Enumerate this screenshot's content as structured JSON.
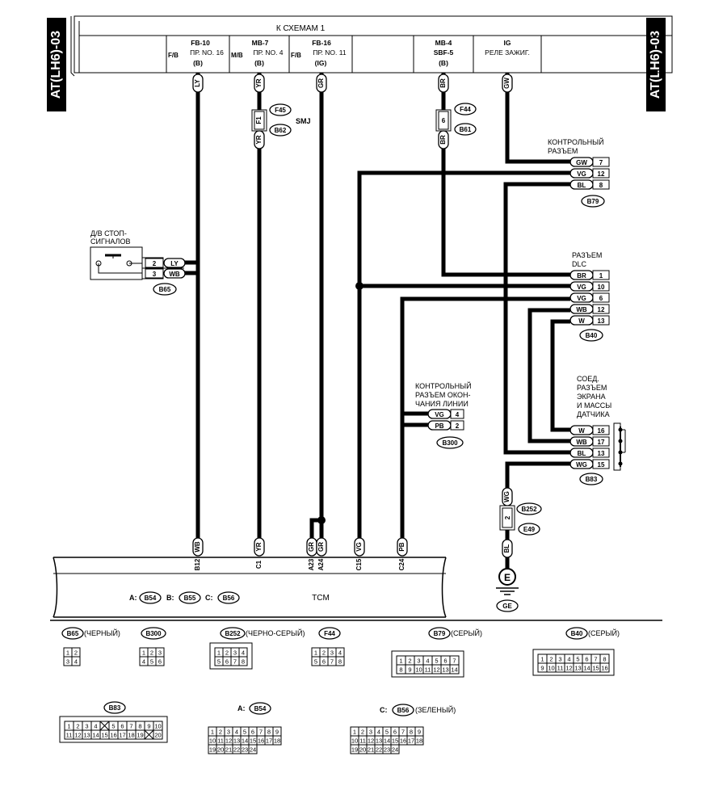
{
  "page": {
    "side_tab_label": "AT(LH6)-03"
  },
  "fuse_box": {
    "title": "К СХЕМАМ 1",
    "cells": [
      {
        "col1": "FB-10",
        "col2": "ПР.  NO. 16",
        "col3": "(B)",
        "prefix": "F/B"
      },
      {
        "col1": "MB-7",
        "col2": "ПР.  NO. 4",
        "col3": "(B)",
        "prefix": "M/B"
      },
      {
        "col1": "FB-16",
        "col2": "ПР.  NO. 11",
        "col3": "(IG)",
        "prefix": "F/B"
      },
      {
        "col1": "",
        "col2": "",
        "col3": "",
        "prefix": ""
      },
      {
        "col1": "MB-4",
        "col2": "SBF-5",
        "col3": "(B)",
        "prefix": ""
      },
      {
        "col1": "IG",
        "col2": "РЕЛЕ ЗАЖИГ.",
        "col3": "",
        "prefix": ""
      }
    ]
  },
  "wire_colors": {
    "ly": "LY",
    "yr": "YR",
    "gr": "GR",
    "br": "BR",
    "gw": "GW",
    "wb": "WB",
    "vg": "VG",
    "pb": "PB",
    "wg": "WG",
    "bl": "BL"
  },
  "smj": {
    "label": "SMJ",
    "f45": "F45",
    "b62": "B62",
    "f1": "F1",
    "f44": "F44",
    "b61": "B61",
    "pin6": "6"
  },
  "stop_switch": {
    "title_line1": "Д/В СТОП-",
    "title_line2": "СИГНАЛОВ",
    "connector": "B65",
    "pins": [
      {
        "pin": "2",
        "color": "LY"
      },
      {
        "pin": "3",
        "color": "WB"
      }
    ]
  },
  "check_connector_b79": {
    "title_line1": "КОНТРОЛЬНЫЙ",
    "title_line2": "РАЗЪЕМ",
    "connector": "B79",
    "pins": [
      {
        "color": "GW",
        "pin": "7"
      },
      {
        "color": "VG",
        "pin": "12"
      },
      {
        "color": "BL",
        "pin": "8"
      }
    ]
  },
  "dlc_b40": {
    "title_line1": "РАЗЪЕМ",
    "title_line2": "DLC",
    "connector": "B40",
    "pins": [
      {
        "color": "BR",
        "pin": "1"
      },
      {
        "color": "VG",
        "pin": "10"
      },
      {
        "color": "VG",
        "pin": "6"
      },
      {
        "color": "WB",
        "pin": "12"
      },
      {
        "color": "W",
        "pin": "13"
      }
    ]
  },
  "shield_b83": {
    "title_lines": [
      "СОЕД.",
      "РАЗЪЕМ",
      "ЭКРАНА",
      "И  МАССЫ",
      "ДАТЧИКА"
    ],
    "connector": "B83",
    "pins": [
      {
        "color": "W",
        "pin": "16"
      },
      {
        "color": "WB",
        "pin": "17"
      },
      {
        "color": "BL",
        "pin": "13"
      },
      {
        "color": "WG",
        "pin": "15"
      }
    ]
  },
  "terminator_b300": {
    "title_lines": [
      "КОНТРОЛЬНЫЙ",
      "РАЗЪЕМ ОКОН-",
      "ЧАНИЯ ЛИНИИ"
    ],
    "connector": "B300",
    "pins": [
      {
        "color": "VG",
        "pin": "4"
      },
      {
        "color": "PB",
        "pin": "2"
      }
    ]
  },
  "ground": {
    "b252": "B252",
    "e49": "E49",
    "pin": "2",
    "ground_label": "GE",
    "symbol": "E"
  },
  "tcm": {
    "label": "TCM",
    "connectors_line": {
      "a_prefix": "A:",
      "a": "B54",
      "b_prefix": "B:",
      "b": "B55",
      "c_prefix": "C:",
      "c": "B56"
    },
    "pins": [
      {
        "pin": "B12",
        "color": "WB"
      },
      {
        "pin": "C1",
        "color": "YR"
      },
      {
        "pin": "A23",
        "color": "GR"
      },
      {
        "pin": "A24",
        "color": "GR"
      },
      {
        "pin": "C15",
        "color": "VG"
      },
      {
        "pin": "C24",
        "color": "PB"
      }
    ]
  },
  "legend": {
    "b65": {
      "name": "B65",
      "note": "(ЧЕРНЫЙ)",
      "rows": [
        [
          "1",
          "2"
        ],
        [
          "3",
          "4"
        ]
      ]
    },
    "b300": {
      "name": "B300",
      "rows": [
        [
          "1",
          "2",
          "3"
        ],
        [
          "4",
          "5",
          "6"
        ]
      ]
    },
    "b252": {
      "name": "B252",
      "note": "(ЧЕРНО-СЕРЫЙ)",
      "rows": [
        [
          "1",
          "2",
          "3",
          "4"
        ],
        [
          "5",
          "6",
          "7",
          "8"
        ]
      ]
    },
    "f44": {
      "name": "F44",
      "rows": [
        [
          "1",
          "2",
          "3",
          "4"
        ],
        [
          "5",
          "6",
          "7",
          "8"
        ]
      ]
    },
    "b79": {
      "name": "B79",
      "note": "(СЕРЫЙ)",
      "rows": [
        [
          "1",
          "2",
          "3",
          "4",
          "5",
          "6",
          "7"
        ],
        [
          "8",
          "9",
          "10",
          "11",
          "12",
          "13",
          "14"
        ]
      ]
    },
    "b40": {
      "name": "B40",
      "note": "(СЕРЫЙ)",
      "rows": [
        [
          "1",
          "2",
          "3",
          "4",
          "5",
          "6",
          "7",
          "8"
        ],
        [
          "9",
          "10",
          "11",
          "12",
          "13",
          "14",
          "15",
          "16"
        ]
      ]
    },
    "b83": {
      "name": "B83",
      "rows": [
        [
          "1",
          "2",
          "3",
          "4",
          "",
          "5",
          "6",
          "7",
          "8",
          "9",
          "10"
        ],
        [
          "11",
          "12",
          "13",
          "14",
          "15",
          "16",
          "17",
          "18",
          "19",
          "",
          "20"
        ]
      ]
    },
    "b54": {
      "prefix": "A:",
      "name": "B54",
      "rows": [
        [
          "1",
          "2",
          "3",
          "4",
          "5",
          "6",
          "7",
          "8",
          "9"
        ],
        [
          "10",
          "11",
          "12",
          "13",
          "14",
          "15",
          "16",
          "17",
          "18"
        ],
        [
          "19",
          "20",
          "21",
          "22",
          "23",
          "24"
        ]
      ]
    },
    "b56": {
      "prefix": "C:",
      "name": "B56",
      "note": "(ЗЕЛЕНЫЙ)",
      "rows": [
        [
          "1",
          "2",
          "3",
          "4",
          "5",
          "6",
          "7",
          "8",
          "9"
        ],
        [
          "10",
          "11",
          "12",
          "13",
          "14",
          "15",
          "16",
          "17",
          "18"
        ],
        [
          "19",
          "20",
          "21",
          "22",
          "23",
          "24"
        ]
      ]
    }
  }
}
